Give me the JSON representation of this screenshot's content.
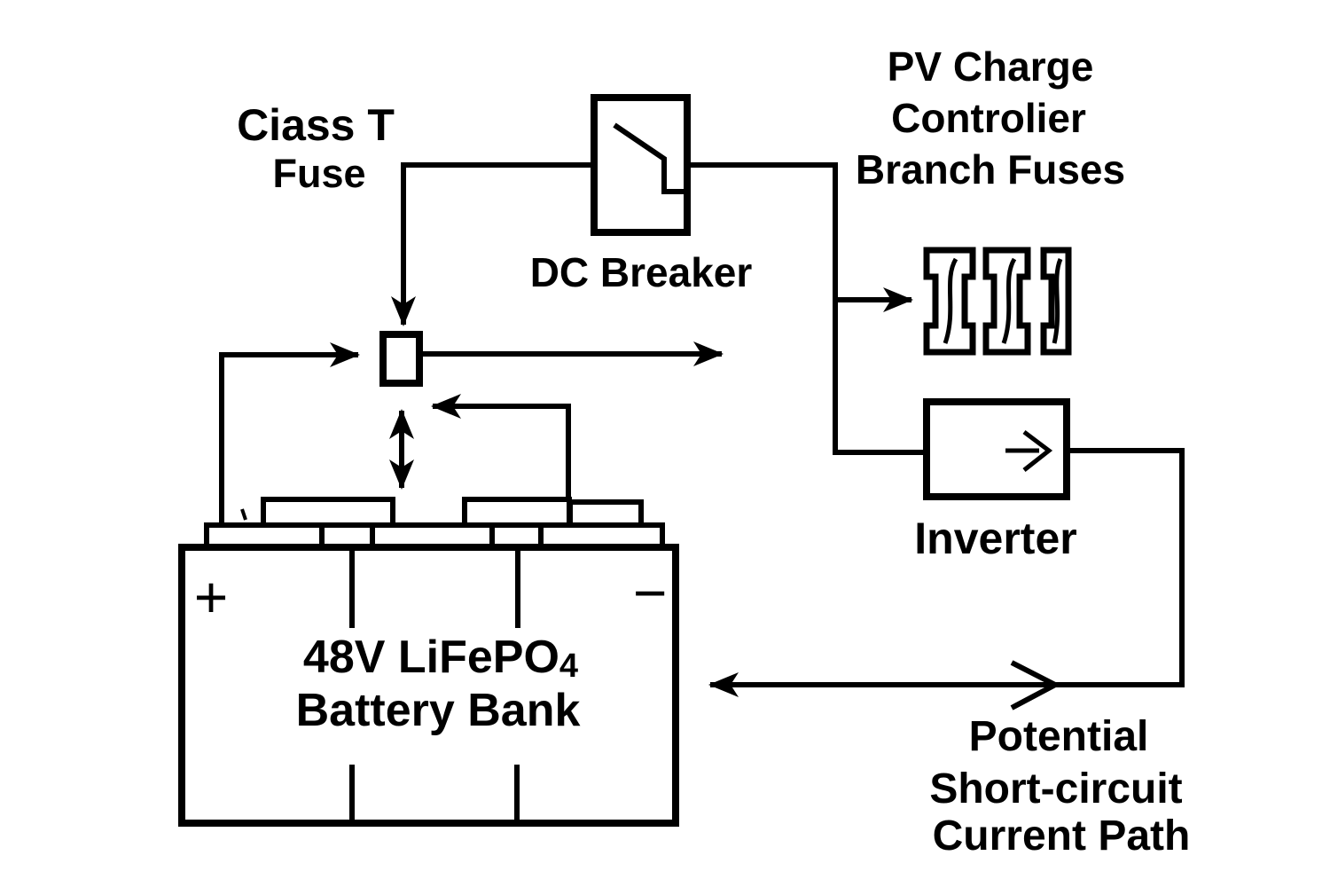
{
  "colors": {
    "line": "#000000",
    "background": "#ffffff"
  },
  "labels": {
    "class_t_fuse": {
      "line1": "Ciass T",
      "line2": "Fuse"
    },
    "dc_breaker": "DC Breaker",
    "pv_branch": {
      "line1": "PV Charge",
      "line2": "Controlier",
      "line3": "Branch Fuses"
    },
    "inverter": "Inverter",
    "battery": {
      "line1_main": "48V LiFePO",
      "line1_sub": "4",
      "line2": "Battery Bank",
      "positive": "+",
      "negative": "−"
    },
    "short_circuit": {
      "line1": "Potential",
      "line2": "Short-circuit",
      "line3": "Current Path"
    }
  }
}
